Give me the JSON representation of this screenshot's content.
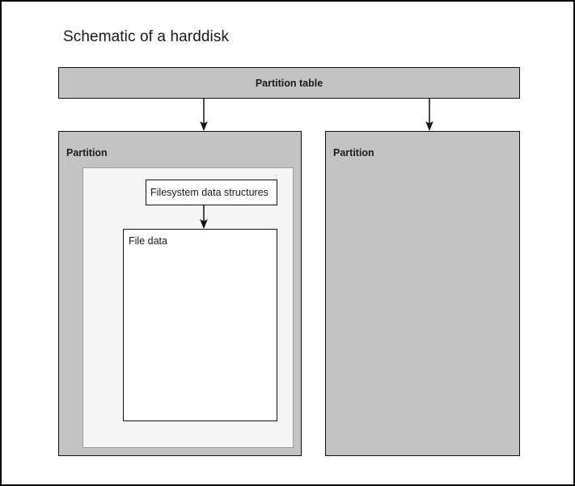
{
  "diagram": {
    "title": "Schematic of a harddisk",
    "partition_table": {
      "label": "Partition table"
    },
    "partitions": [
      {
        "label": "Partition",
        "contents": {
          "filesystem_data_structures": {
            "label": "Filesystem data structures"
          },
          "file_data": {
            "label": "File data"
          }
        }
      },
      {
        "label": "Partition",
        "contents": {}
      }
    ],
    "arrows": [
      {
        "name": "partition-table-to-partition-1",
        "direction": "down"
      },
      {
        "name": "partition-table-to-partition-2",
        "direction": "down"
      },
      {
        "name": "filesystem-to-file-data",
        "direction": "down"
      }
    ],
    "colors": {
      "partition_fill": "#c3c3c3",
      "filesystem_fill": "#f5f5f5",
      "box_fill": "#ffffff",
      "stroke": "#111111",
      "inner_stroke": "#9a9a9a",
      "text": "#1a1a1a",
      "page_border": "#000000"
    }
  }
}
